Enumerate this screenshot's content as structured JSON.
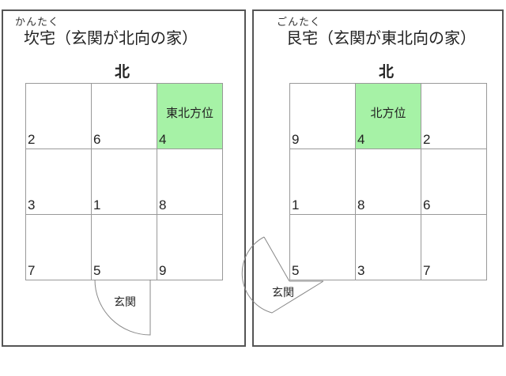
{
  "left": {
    "ruby": "かんたく",
    "title": "坎宅（玄関が北向の家）",
    "north": "北",
    "cells": [
      {
        "num": "2",
        "label": ""
      },
      {
        "num": "6",
        "label": ""
      },
      {
        "num": "4",
        "label": "東北方位"
      },
      {
        "num": "3",
        "label": ""
      },
      {
        "num": "1",
        "label": ""
      },
      {
        "num": "8",
        "label": ""
      },
      {
        "num": "7",
        "label": ""
      },
      {
        "num": "5",
        "label": ""
      },
      {
        "num": "9",
        "label": ""
      }
    ],
    "highlight_index": 2,
    "door_label": "玄関"
  },
  "right": {
    "ruby": "ごんたく",
    "title": "艮宅（玄関が東北向の家）",
    "north": "北",
    "cells": [
      {
        "num": "9",
        "label": ""
      },
      {
        "num": "4",
        "label": "北方位"
      },
      {
        "num": "2",
        "label": ""
      },
      {
        "num": "1",
        "label": ""
      },
      {
        "num": "8",
        "label": ""
      },
      {
        "num": "6",
        "label": ""
      },
      {
        "num": "5",
        "label": ""
      },
      {
        "num": "3",
        "label": ""
      },
      {
        "num": "7",
        "label": ""
      }
    ],
    "highlight_index": 1,
    "door_label": "玄関"
  },
  "colors": {
    "highlight": "#a6f2a6",
    "grid_line": "#999999",
    "panel_border": "#555555"
  }
}
